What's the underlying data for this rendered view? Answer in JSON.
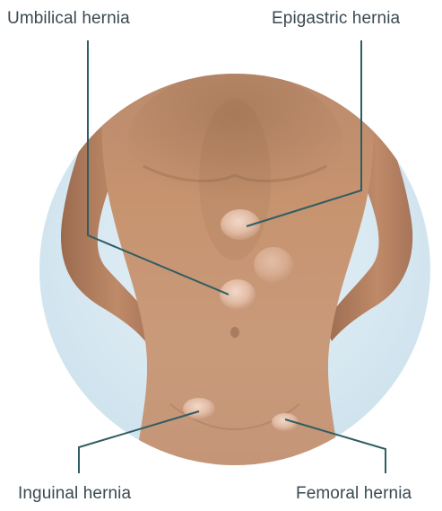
{
  "labels": {
    "umbilical": "Umbilical hernia",
    "epigastric": "Epigastric hernia",
    "inguinal": "Inguinal hernia",
    "femoral": "Femoral hernia"
  },
  "colors": {
    "leader_line": "#2e5d63",
    "background_circle": "#dcebf3",
    "skin": "#c08a68",
    "label_text": "#3a4a52"
  }
}
